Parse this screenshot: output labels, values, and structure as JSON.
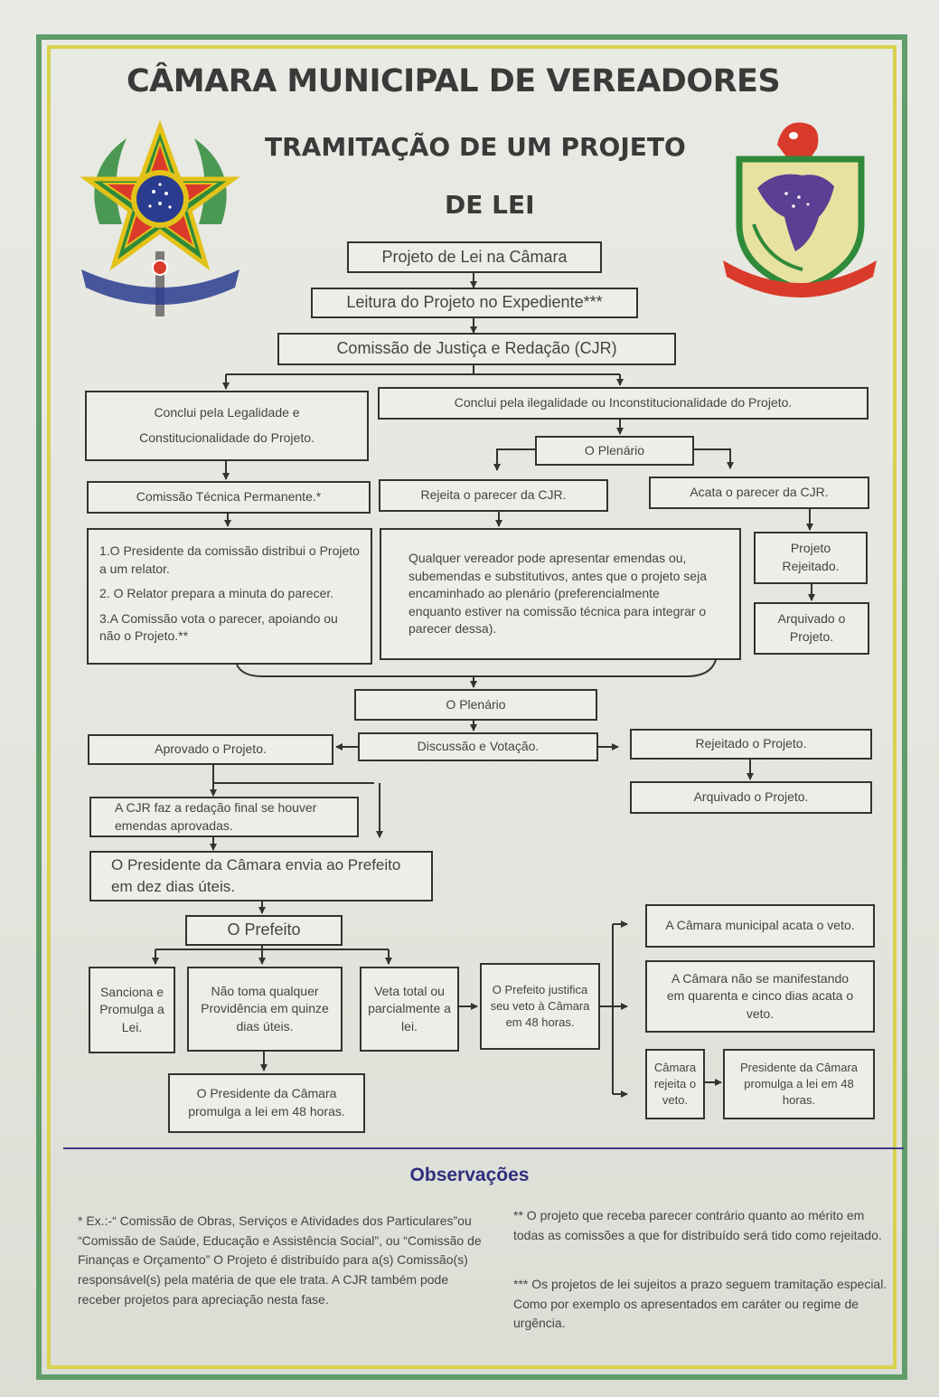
{
  "header": {
    "title": "CÂMARA MUNICIPAL DE VEREADORES",
    "subtitle_line1": "TRAMITAÇÃO DE UM PROJETO",
    "subtitle_line2": "DE LEI"
  },
  "emblems": {
    "left_name": "brazil-coat-of-arms",
    "right_name": "municipal-coat-of-arms",
    "colors": {
      "green": "#2f8a3a",
      "yellow": "#e3c21a",
      "blue": "#2a3c8f",
      "red": "#d93a2a",
      "purple": "#5a3f93"
    }
  },
  "flow": {
    "n1": "Projeto de Lei na Câmara",
    "n2": "Leitura do Projeto no Expediente***",
    "n3": "Comissão de Justiça e Redação (CJR)",
    "n4a": "Conclui pela Legalidade e",
    "n4b": "Constitucionalidade do Projeto.",
    "n5": "Conclui pela ilegalidade ou Inconstitucionalidade do Projeto.",
    "n6": "O Plenário",
    "n7": "Comissão Técnica Permanente.*",
    "n8": "Rejeita o parecer da CJR.",
    "n9": "Acata o parecer da CJR.",
    "n10_items": [
      "1.O Presidente da comissão distribui o Projeto a um relator.",
      "2. O Relator prepara a minuta do parecer.",
      "3.A Comissão vota o parecer, apoiando ou não o Projeto.**"
    ],
    "n11": "Qualquer vereador pode apresentar emendas ou, subemendas e substitutivos, antes que o projeto seja encaminhado ao plenário (preferencialmente enquanto estiver na comissão técnica para integrar o parecer dessa).",
    "n12": "Projeto Rejeitado.",
    "n13": "Arquivado o Projeto.",
    "n14": "O Plenário",
    "n15": "Discussão e Votação.",
    "n16": "Aprovado o Projeto.",
    "n17": "Rejeitado o Projeto.",
    "n18": "Arquivado o Projeto.",
    "n19": "A CJR faz a redação final se houver emendas aprovadas.",
    "n20": "O Presidente da Câmara envia ao Prefeito em dez dias úteis.",
    "n21": "O Prefeito",
    "n22": "Sanciona e Promulga a Lei.",
    "n23": "Não toma qualquer Providência em quinze dias úteis.",
    "n24": "Veta total ou parcialmente a lei.",
    "n25": "O Prefeito justifica seu veto à Câmara em 48 horas.",
    "n26": "O Presidente da Câmara promulga a lei em 48 horas.",
    "n27": "A Câmara municipal acata o veto.",
    "n28": "A Câmara não se manifestando em quarenta e cinco dias acata o veto.",
    "n29": "Câmara rejeita o veto.",
    "n30": "Presidente da Câmara promulga a lei em 48 horas."
  },
  "observations": {
    "title": "Observações",
    "left": "* Ex.:-“ Comissão de Obras, Serviços e Atividades dos Particulares”ou “Comissão de Saúde, Educação e Assistência Social”, ou “Comissão de Finanças e Orçamento” O Projeto é distribuído para a(s) Comissão(s) responsável(s) pela matéria de que ele trata. A CJR também pode receber projetos para apreciação nesta fase.",
    "right_1": "** O projeto que receba parecer contrário quanto ao mérito em todas as comissões a que for distribuído será tido como rejeitado.",
    "right_2": "*** Os projetos de lei sujeitos a prazo seguem tramitação especial. Como por exemplo os apresentados em caráter ou regime de urgência."
  }
}
